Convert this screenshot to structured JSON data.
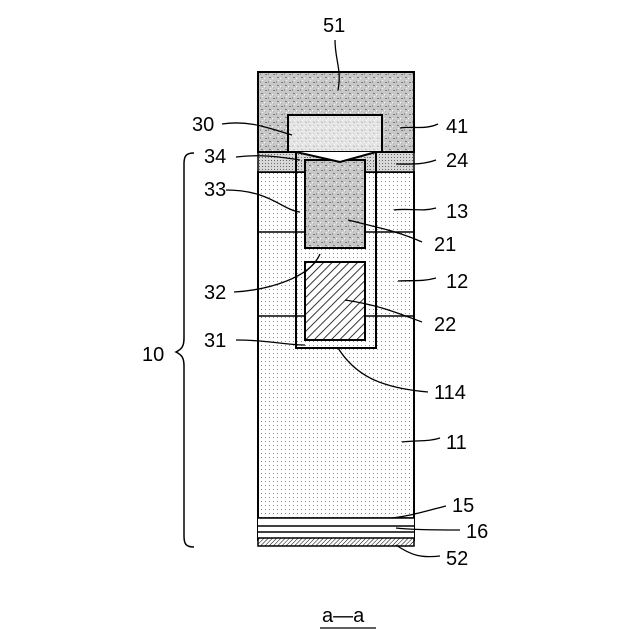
{
  "figure": {
    "labels": {
      "l51": "51",
      "l30": "30",
      "l41": "41",
      "l34": "34",
      "l24": "24",
      "l33": "33",
      "l13": "13",
      "l21": "21",
      "l12": "12",
      "l32": "32",
      "l22": "22",
      "l31": "31",
      "l10": "10",
      "l114": "114",
      "l11": "11",
      "l15": "15",
      "l16": "16",
      "l52": "52"
    },
    "caption": "a—a"
  }
}
